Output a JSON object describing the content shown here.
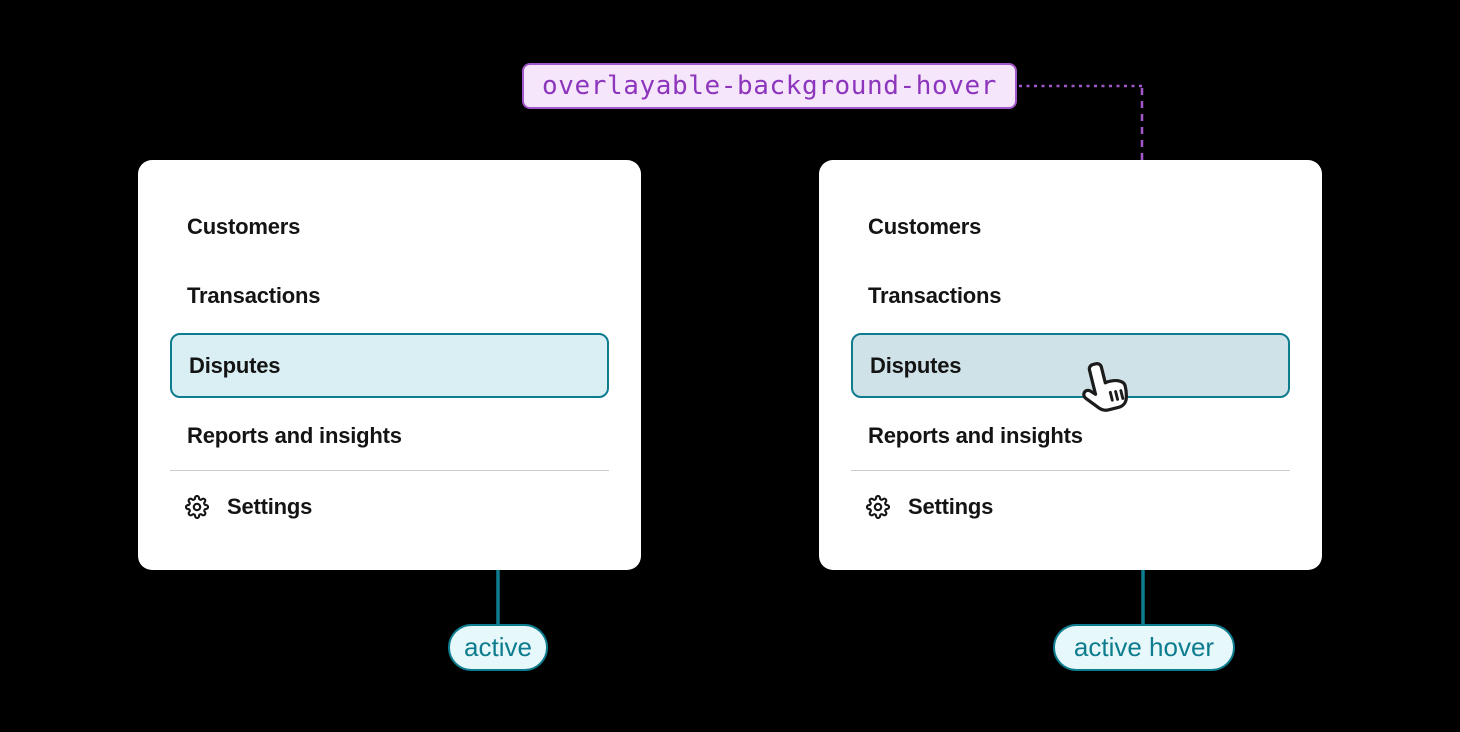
{
  "annotations": {
    "token_label": "overlayable-background-hover",
    "state_labels": {
      "left": "active",
      "right": "active hover"
    }
  },
  "menu": {
    "items": [
      {
        "label": "Customers"
      },
      {
        "label": "Transactions"
      },
      {
        "label": "Disputes"
      },
      {
        "label": "Reports and insights"
      }
    ],
    "settings": {
      "label": "Settings"
    },
    "active_item": "Disputes"
  },
  "icons": {
    "settings": "gear-icon",
    "hover_cursor": "pointer-hand-icon"
  },
  "colors": {
    "background": "#000000",
    "card": "#ffffff",
    "text": "#141414",
    "teal": "#0e7c8f",
    "active_fill": "#d9eff4",
    "active_hover_fill": "#cfe2e7",
    "pill_fill": "#e7f8fb",
    "divider": "#cccccc",
    "purple": "#a258ca",
    "purple_fill": "#f5e6fc",
    "purple_text": "#8d35bd"
  }
}
